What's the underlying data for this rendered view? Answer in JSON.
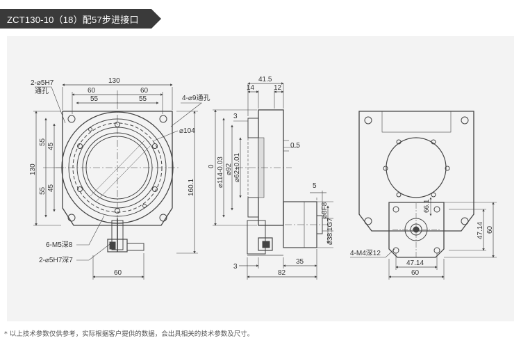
{
  "header": {
    "title": "ZCT130-10（18）配57步进接口"
  },
  "drawing": {
    "front": {
      "top_dims": [
        "130",
        "60",
        "60",
        "55",
        "55"
      ],
      "left_dims": [
        "55",
        "45",
        "55",
        "45",
        "130"
      ],
      "callouts": [
        "2-⌀5H7",
        "通孔",
        "4-⌀9通孔",
        "⌀104",
        "6-M5深8",
        "2-⌀5H7深7"
      ],
      "right_dim": "160.1",
      "bottom_dim": "60"
    },
    "side": {
      "top_dims": [
        "41.5",
        "14",
        "12"
      ],
      "left_dims": [
        "3",
        "0",
        "⌀114-0.03",
        "⌀92",
        "⌀62±0.01"
      ],
      "mid_dim": "0.5",
      "shaft_dims": [
        "5",
        "⌀8F8",
        "⌀38.1G7"
      ],
      "bottom_dims": [
        "3",
        "35",
        "82"
      ]
    },
    "rear": {
      "dims": [
        "66.1",
        "47.14",
        "60",
        "47.14",
        "60"
      ],
      "callout": "4-M4深12"
    }
  },
  "footer": {
    "note": "* 以上技术参数仅供参考，实际根据客户提供的数据，会出具相关的技术参数及尺寸。"
  }
}
